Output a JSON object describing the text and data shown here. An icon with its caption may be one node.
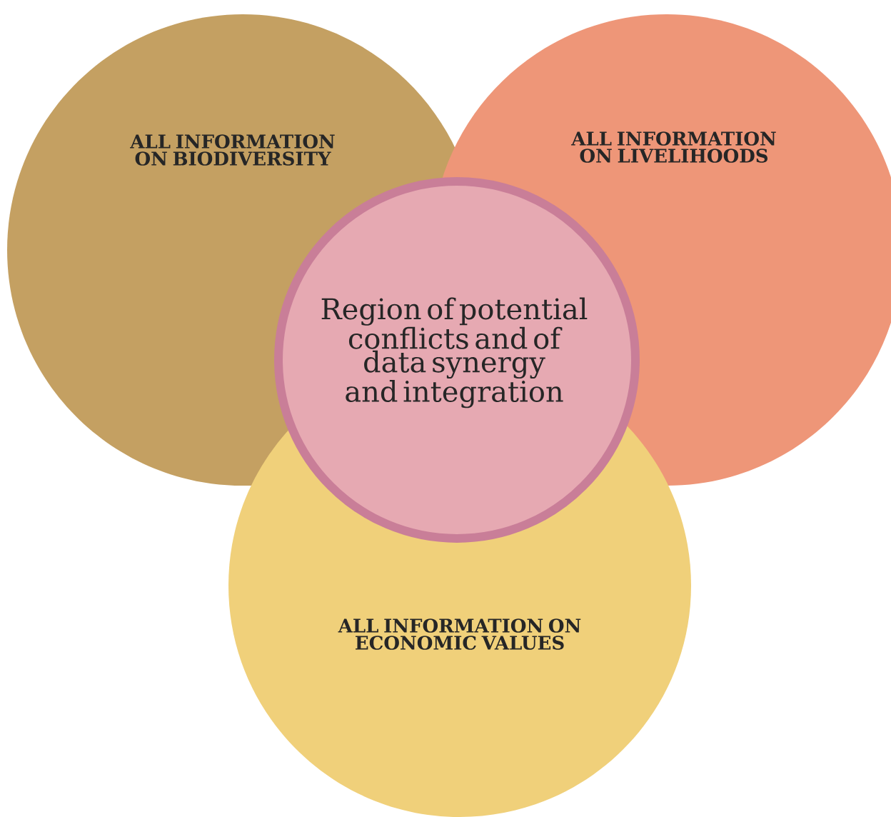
{
  "diagram": {
    "nodes": [
      {
        "text": [
          "ALL INFORMATION ON BIODIVERSITY"
        ]
      },
      {
        "text": [
          "ALL INFORMATION ON LIVELIHOODS"
        ]
      },
      {
        "text": [
          "Region of potential conflicts and of data synergy and integration"
        ]
      },
      {
        "text": [
          "ALL INFORMATION ON ECONOMIC VALUES"
        ]
      }
    ]
  }
}
